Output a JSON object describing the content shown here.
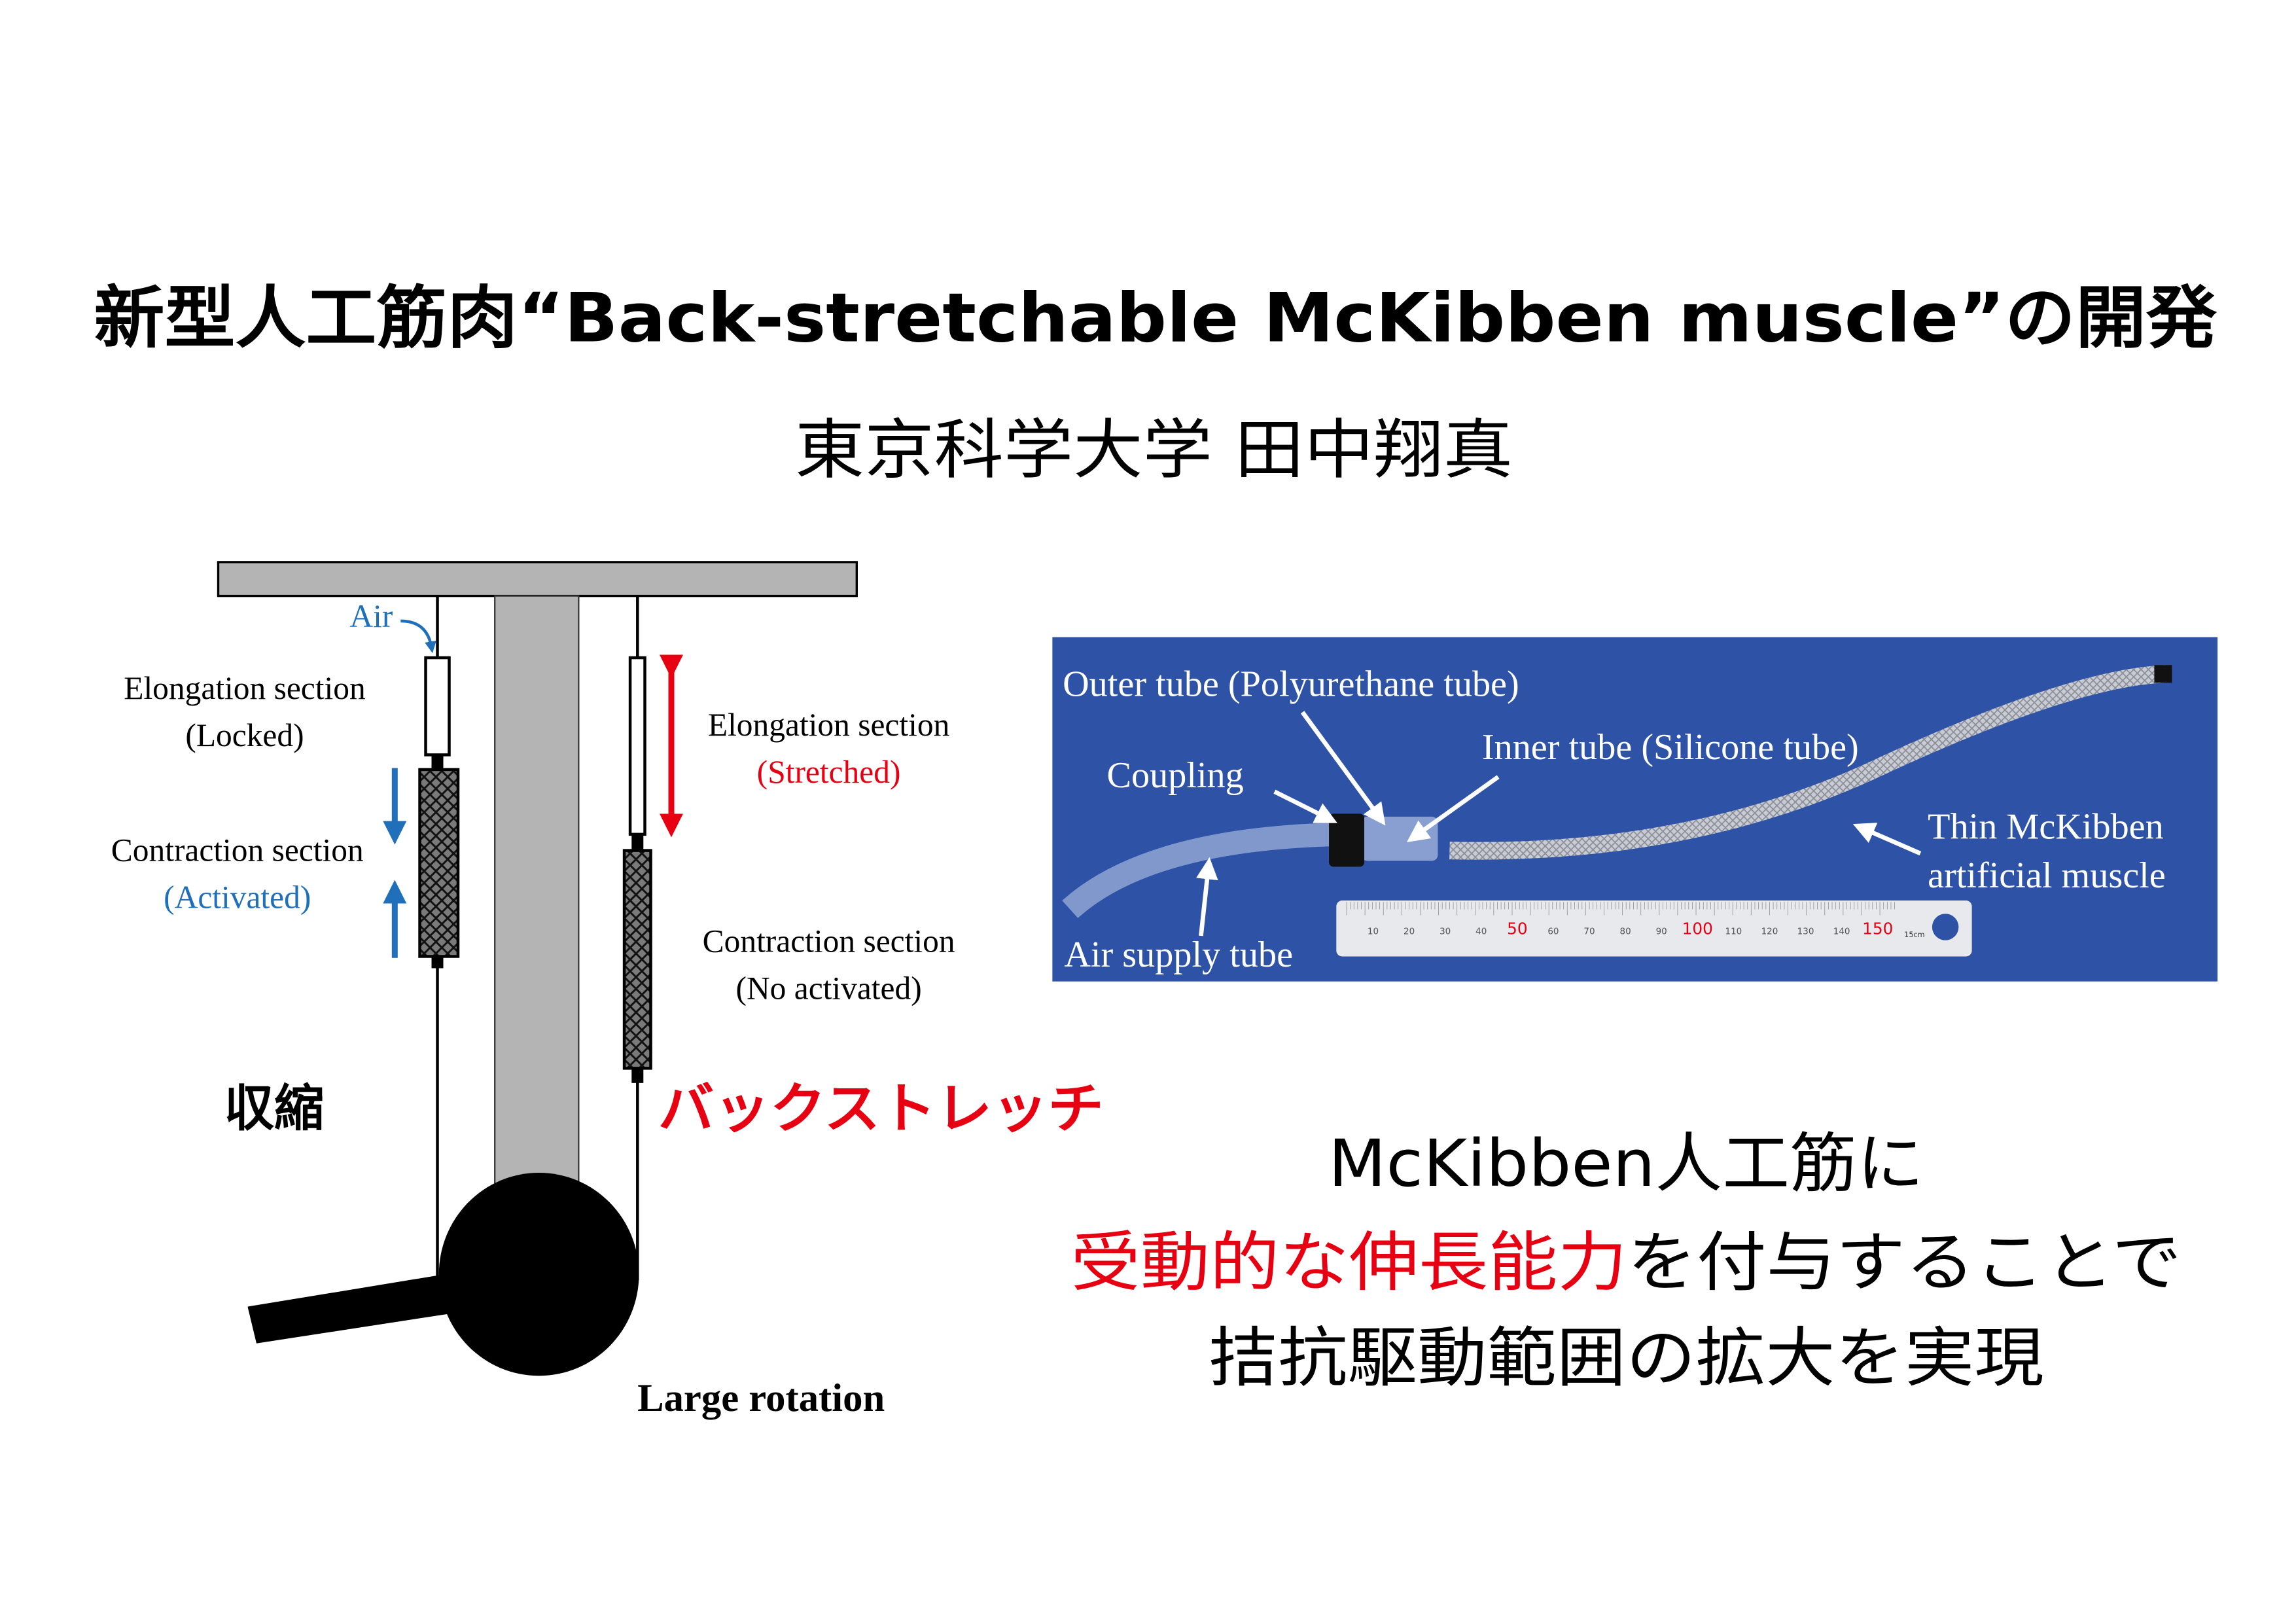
{
  "title": "新型人工筋肉“Back-stretchable McKibben muscle”の開発",
  "subtitle": "東京科学大学 田中翔真",
  "diagram": {
    "air": "Air",
    "left_elongation": "Elongation section",
    "left_elongation_state": "(Locked)",
    "left_contraction": "Contraction section",
    "left_contraction_state": "(Activated)",
    "right_elongation": "Elongation section",
    "right_elongation_state": "(Stretched)",
    "right_contraction": "Contraction section",
    "right_contraction_state": "(No activated)",
    "contraction_jp": "収縮",
    "backstretch_jp": "バックストレッチ",
    "large_rotation": "Large rotation"
  },
  "photo": {
    "outer_tube": "Outer tube (Polyurethane tube)",
    "coupling": "Coupling",
    "inner_tube": "Inner tube (Silicone tube)",
    "muscle_line1": "Thin McKibben",
    "muscle_line2": "artificial muscle",
    "air_supply": "Air supply tube",
    "ruler_numbers": [
      "10",
      "20",
      "30",
      "40",
      "50",
      "60",
      "70",
      "80",
      "90",
      "100",
      "110",
      "120",
      "130",
      "140",
      "150"
    ],
    "ruler_unit": "15cm"
  },
  "summary": {
    "line1": "McKibben人工筋に",
    "line2_highlight": "受動的な伸長能力",
    "line2_rest": "を付与することで",
    "line3": "拮抗駆動範囲の拡大を実現"
  },
  "colors": {
    "blue": "#1f6fba",
    "red": "#e60012",
    "photo_bg": "#2d52a6",
    "gray": "#b4b4b4"
  }
}
